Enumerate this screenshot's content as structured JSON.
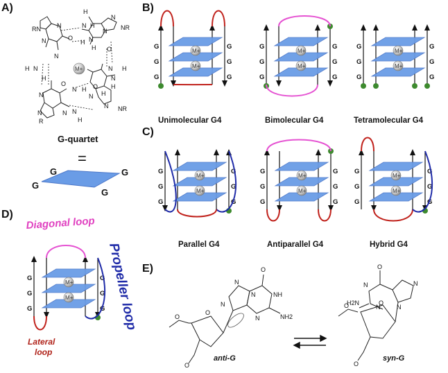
{
  "panels": {
    "A": {
      "letter": "A)",
      "ion": "M+",
      "atoms": [
        "RN",
        "N",
        "H",
        "N",
        "H",
        "N",
        "N",
        "NR",
        "N",
        "H",
        "N",
        "O",
        "H",
        "N",
        "O",
        "N",
        "H",
        "N",
        "H",
        "H",
        "N",
        "H",
        "O",
        "N",
        "H",
        "N",
        "O",
        "H",
        "N",
        "N",
        "R",
        "N",
        "N",
        "H",
        "N",
        "NR"
      ],
      "title": "G-quartet",
      "equals": "=",
      "quartet_labels": [
        "G",
        "G",
        "G",
        "G"
      ]
    },
    "B": {
      "letter": "B)",
      "captions": [
        "Unimolecular G4",
        "Bimolecular G4",
        "Tetramolecular G4"
      ]
    },
    "C": {
      "letter": "C)",
      "captions": [
        "Parallel G4",
        "Antiparallel G4",
        "Hybrid G4"
      ]
    },
    "D": {
      "letter": "D)",
      "diagonal_loop": "Diagonal loop",
      "propeller_loop": "Propeller loop",
      "lateral_loop_line1": "Lateral",
      "lateral_loop_line2": "loop"
    },
    "E": {
      "letter": "E)",
      "anti_label": "anti-G",
      "syn_label": "syn-G",
      "anti_atoms": [
        "N",
        "O",
        "N",
        "NH",
        "N",
        "NH2",
        "N",
        "O",
        "O",
        "O"
      ],
      "syn_atoms": [
        "O",
        "N",
        "H2N",
        "N",
        "N",
        "N",
        "O",
        "O",
        "O"
      ]
    }
  },
  "stack": {
    "strand_letter": "G",
    "ion": "M+"
  },
  "colors": {
    "plate": "#6a9ce6",
    "plate_edge": "#4a76c8",
    "loop_red": "#c0211b",
    "loop_pink": "#e552d2",
    "loop_blue": "#1f2ba8",
    "end_dot": "#3d8a2e",
    "ion_fill": "#bfbfbf"
  },
  "icons": [
    "arrowhead-icon",
    "end-dot-icon",
    "metal-ion-icon",
    "equilibrium-arrows-icon"
  ]
}
